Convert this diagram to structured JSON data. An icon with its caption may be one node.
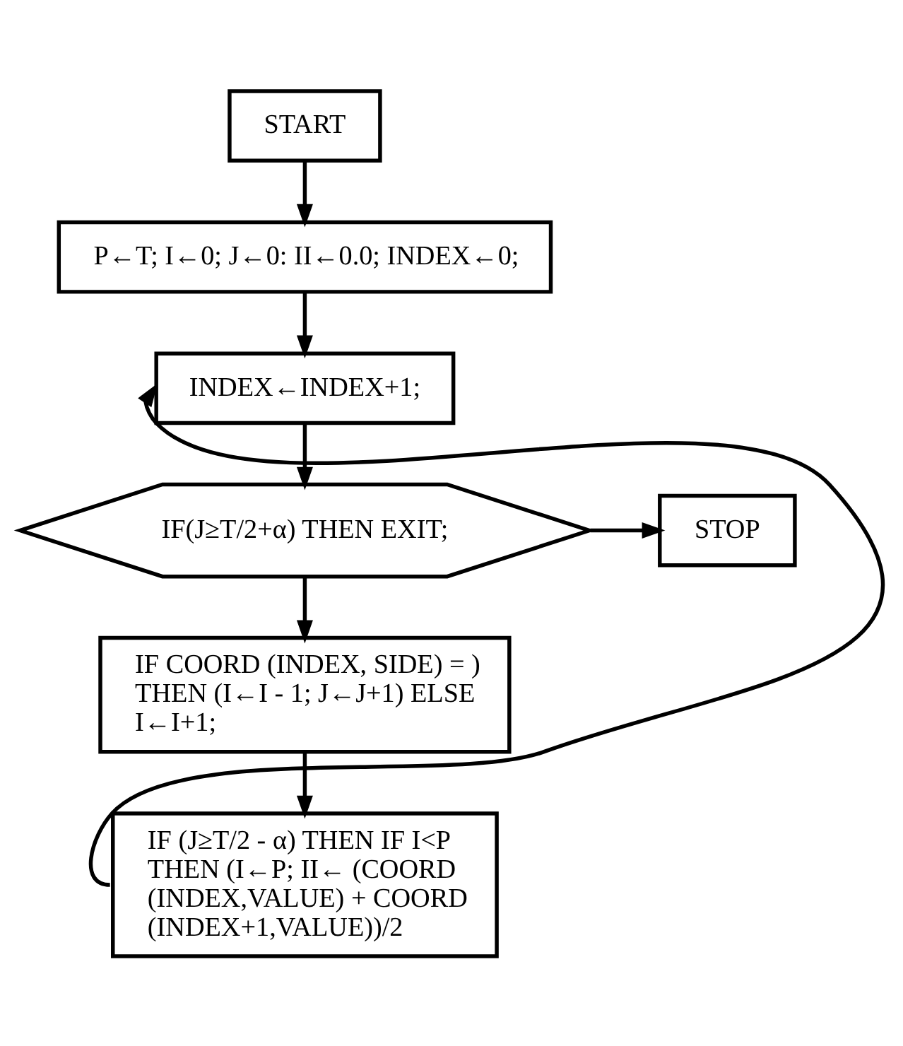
{
  "diagram": {
    "nodes": [
      {
        "text": [
          "START"
        ]
      },
      {
        "text": [
          "P←T; I←0; J←0: II←0.0; INDEX←0;"
        ]
      },
      {
        "text": [
          "INDEX←INDEX+1;"
        ]
      },
      {
        "text": [
          "IF(J≥T/2+α) THEN EXIT;"
        ]
      },
      {
        "text": [
          "STOP"
        ]
      },
      {
        "text": [
          "IF COORD (INDEX, SIDE) = ) THEN (I←I - 1; J←J+1) ELSE I←I+1;"
        ]
      },
      {
        "text": [
          "IF (J≥T/2 - α) THEN IF I<P THEN (I←P; II← (COORD (INDEX,VALUE) + COORD (INDEX+1,VALUE))/2"
        ]
      }
    ],
    "edges": [
      {
        "from": 0,
        "to": 1,
        "arrow": "to"
      },
      {
        "from": 1,
        "to": 2,
        "arrow": "to"
      },
      {
        "from": 2,
        "to": 3,
        "arrow": "to"
      },
      {
        "from": 3,
        "to": 4,
        "arrow": "to"
      },
      {
        "from": 3,
        "to": 5,
        "arrow": "to"
      },
      {
        "from": 5,
        "to": 6,
        "arrow": "to"
      },
      {
        "from": 6,
        "to": 2,
        "arrow": "to"
      }
    ]
  }
}
